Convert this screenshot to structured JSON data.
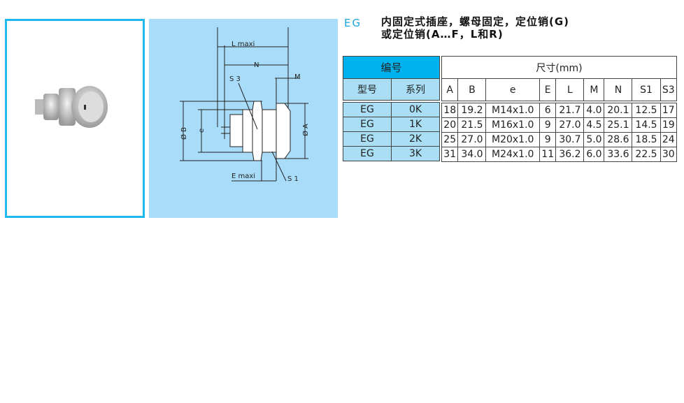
{
  "header": {
    "code": "EG",
    "title_line1": "内固定式插座，螺母固定，定位销(G)",
    "title_line2": "或定位销(A…F，L和R)"
  },
  "drawing": {
    "labels": {
      "l_maxi": "L maxi",
      "n": "N",
      "m": "M",
      "s3": "S 3",
      "s1": "S 1",
      "e_maxi": "E maxi",
      "dia_b": "Ø B",
      "dia_a": "Ø A",
      "e": "e"
    }
  },
  "table": {
    "left_header": "编号",
    "left_cols": [
      "型号",
      "系列"
    ],
    "right_header": "尺寸(mm)",
    "right_cols": [
      "A",
      "B",
      "e",
      "E",
      "L",
      "M",
      "N",
      "S1",
      "S3"
    ],
    "rows": [
      {
        "model": "EG",
        "series": "0K",
        "vals": [
          "18",
          "19.2",
          "M14x1.0",
          "6",
          "21.7",
          "4.0",
          "20.1",
          "12.5",
          "17"
        ]
      },
      {
        "model": "EG",
        "series": "1K",
        "vals": [
          "20",
          "21.5",
          "M16x1.0",
          "9",
          "27.0",
          "4.5",
          "25.1",
          "14.5",
          "19"
        ]
      },
      {
        "model": "EG",
        "series": "2K",
        "vals": [
          "25",
          "27.0",
          "M20x1.0",
          "9",
          "30.7",
          "5.0",
          "28.6",
          "18.5",
          "24"
        ]
      },
      {
        "model": "EG",
        "series": "3K",
        "vals": [
          "31",
          "34.0",
          "M24x1.0",
          "11",
          "36.2",
          "6.0",
          "33.6",
          "22.5",
          "30"
        ]
      }
    ]
  }
}
